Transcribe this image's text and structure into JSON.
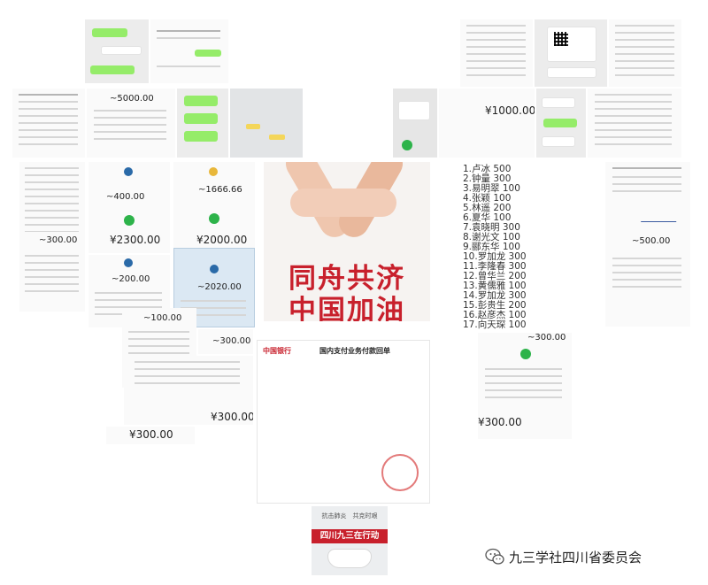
{
  "collage": {
    "amounts": {
      "a5000": "~5000.00",
      "a1000": "¥1000.00",
      "a300_left": "~300.00",
      "a400": "~400.00",
      "a1666": "~1666.66",
      "a2300": "¥2300.00",
      "a2000": "¥2000.00",
      "a200": "~200.00",
      "a2020": "~2020.00",
      "a500": "~500.00",
      "a300_mid": "~300.00",
      "a100": "~100.00",
      "y300_a": "¥300.00",
      "y300_b": "¥300.00",
      "a300_right": "~300.00",
      "y300_c": "¥300.00"
    },
    "poster": {
      "line1": "同舟共济",
      "line2": "中国加油"
    },
    "donors": [
      "1.卢冰 500",
      "2.钟量 300",
      "3.易明翠 100",
      "4.张颖 100",
      "5.林遥 200",
      "6.夏华 100",
      "7.袁晓明 300",
      "8.谢光文 100",
      "9.郦东华 100",
      "10.罗加龙 300",
      "11.李隆春 300",
      "12.曾华兰 200",
      "13.黄儒雅 100",
      "14.罗加龙 300",
      "15.彭贵生 200",
      "16.赵彦杰 100",
      "17.向天琛 100"
    ],
    "bank": {
      "bank_name": "中国银行",
      "title": "国内支付业务付款回单"
    },
    "banner": {
      "top_text": "抗击肺炎　共克时艰",
      "bar_text": "四川九三在行动"
    }
  },
  "watermark": {
    "text": "九三学社四川省委员会",
    "icon": "wechat-icon"
  },
  "colors": {
    "poster_red": "#c8202c",
    "wechat_green": "#2db34a"
  }
}
